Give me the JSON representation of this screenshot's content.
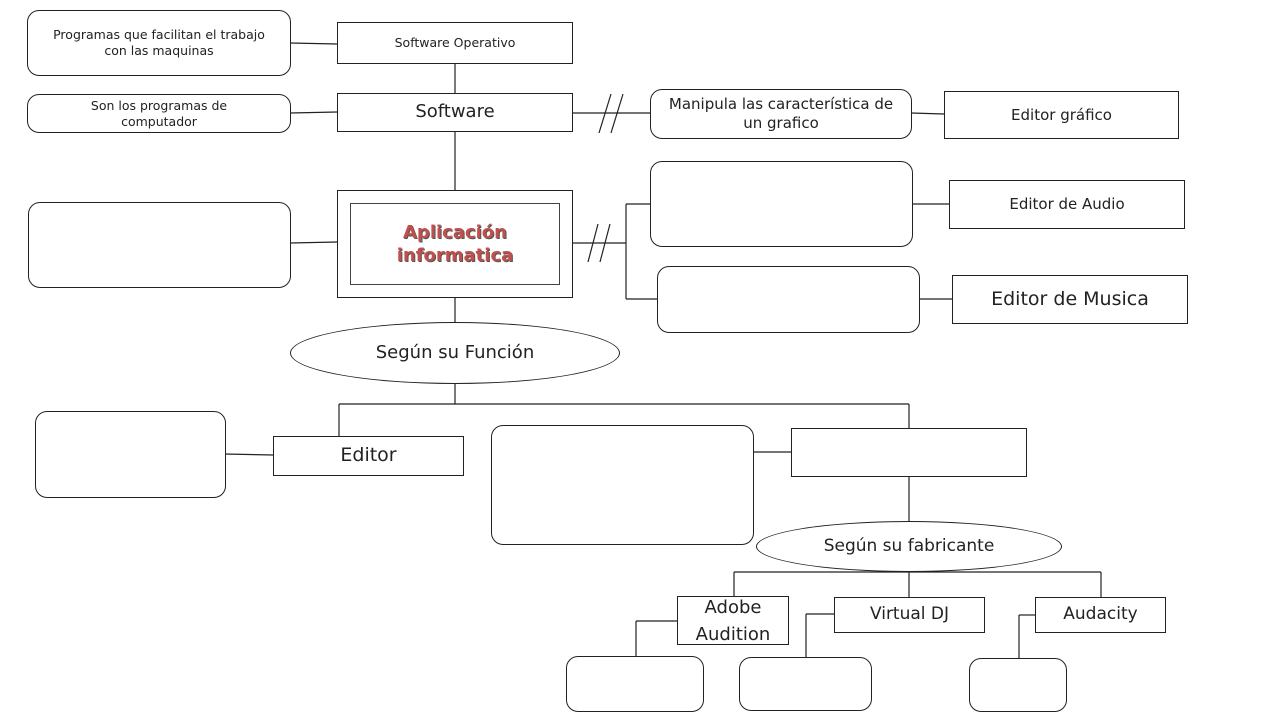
{
  "nodes": {
    "programas_desc": "Programas que facilitan el trabajo con las maquinas",
    "software_operativo": "Software Operativo",
    "son_programas_desc": "Son los programas de computador",
    "software": "Software",
    "manipula_desc": "Manipula las característica de un grafico",
    "editor_grafico": "Editor gráfico",
    "audio_desc": "",
    "editor_audio": "Editor de Audio",
    "aplicacion_informatica": "Aplicación informatica",
    "aplicacion_desc": "",
    "musica_desc": "",
    "editor_musica": "Editor de Musica",
    "segun_funcion": "Según su Función",
    "editor_desc": "",
    "editor": "Editor",
    "category_desc": "",
    "category": "",
    "segun_fabricante": "Según su fabricante",
    "adobe_audition": "Adobe Audition",
    "virtual_dj": "Virtual DJ",
    "audacity": "Audacity",
    "adobe_desc": "",
    "virtualdj_desc": "",
    "audacity_desc": ""
  },
  "colors": {
    "line": "#222222",
    "aplicacion_text": "#c0504d"
  }
}
